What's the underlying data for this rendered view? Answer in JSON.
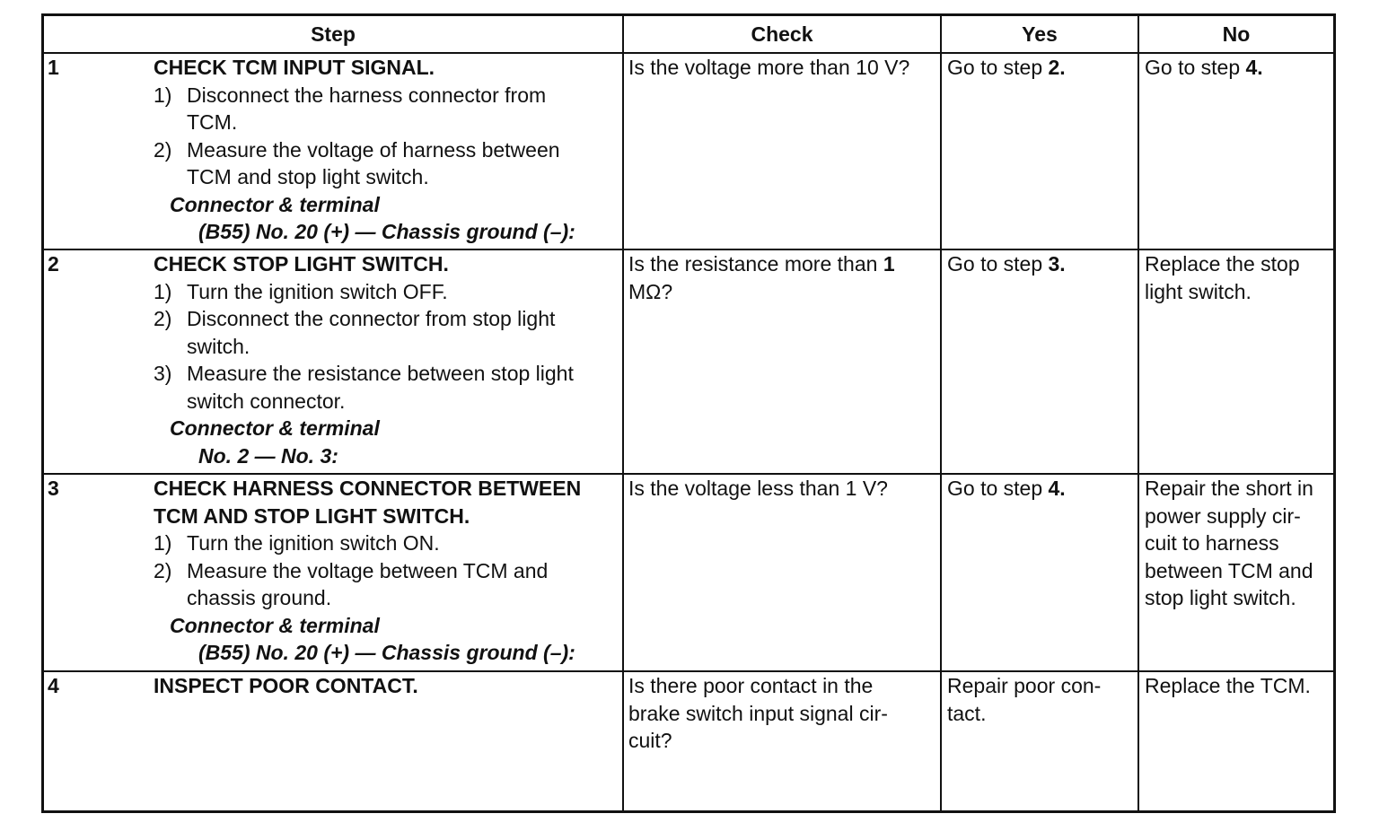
{
  "headers": {
    "step": "Step",
    "check": "Check",
    "yes": "Yes",
    "no": "No"
  },
  "rows": [
    {
      "num": "1",
      "title_lines": [
        "CHECK TCM INPUT SIGNAL."
      ],
      "substeps": [
        {
          "n": "1)",
          "lines": [
            "Disconnect the harness connector from",
            "TCM."
          ]
        },
        {
          "n": "2)",
          "lines": [
            "Measure the voltage of harness between",
            "TCM and stop light switch."
          ]
        }
      ],
      "connector_label": "Connector & terminal",
      "connector_value": "(B55) No. 20 (+) — Chassis ground (–):",
      "check_lines": [
        "Is the voltage more than 10 V?"
      ],
      "yes_prefix": "Go to step ",
      "yes_step": "2.",
      "no_prefix": "Go to step ",
      "no_step": "4."
    },
    {
      "num": "2",
      "title_lines": [
        "CHECK STOP LIGHT SWITCH."
      ],
      "substeps": [
        {
          "n": "1)",
          "lines": [
            "Turn the ignition switch OFF."
          ]
        },
        {
          "n": "2)",
          "lines": [
            "Disconnect the connector from stop light",
            "switch."
          ]
        },
        {
          "n": "3)",
          "lines": [
            "Measure the resistance between stop light",
            "switch connector."
          ]
        }
      ],
      "connector_label": "Connector & terminal",
      "connector_value": "No. 2 — No. 3:",
      "check_line1_prefix": "Is the resistance more than ",
      "check_line1_bold": "1",
      "check_line2": "MΩ?",
      "yes_prefix": "Go to step ",
      "yes_step": "3.",
      "no_lines": [
        "Replace the stop",
        "light switch."
      ]
    },
    {
      "num": "3",
      "title_lines": [
        "CHECK HARNESS CONNECTOR BETWEEN",
        "TCM AND STOP LIGHT SWITCH."
      ],
      "substeps": [
        {
          "n": "1)",
          "lines": [
            "Turn the ignition switch ON."
          ]
        },
        {
          "n": "2)",
          "lines": [
            "Measure the voltage between TCM and",
            "chassis ground."
          ]
        }
      ],
      "connector_label": "Connector & terminal",
      "connector_value": "(B55) No. 20 (+) — Chassis ground (–):",
      "check_lines": [
        "Is the voltage less than 1 V?"
      ],
      "yes_prefix": "Go to step ",
      "yes_step": "4.",
      "no_lines": [
        "Repair the short in",
        "power supply cir-",
        "cuit to harness",
        "between TCM and",
        "stop light switch."
      ]
    },
    {
      "num": "4",
      "title_lines": [
        "INSPECT POOR CONTACT."
      ],
      "check_lines": [
        "Is there poor contact in the",
        "brake switch input signal cir-",
        "cuit?"
      ],
      "yes_lines": [
        "Repair poor con-",
        "tact."
      ],
      "no_lines": [
        "Replace the TCM."
      ]
    }
  ]
}
